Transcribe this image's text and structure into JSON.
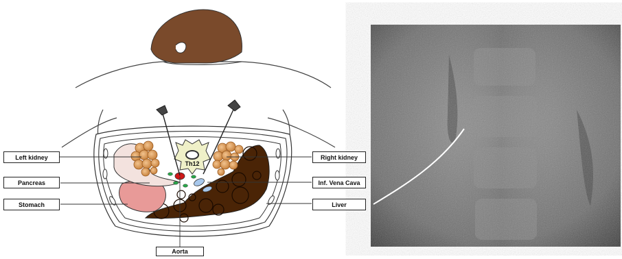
{
  "diagram": {
    "labels": {
      "left_kidney": "Left kidney",
      "pancreas": "Pancreas",
      "stomach": "Stomach",
      "aorta": "Aorta",
      "right_kidney": "Right kidney",
      "inf_vena_cava": "Inf. Vena Cava",
      "liver": "Liver",
      "vertebra": "Th12"
    },
    "colors": {
      "hair": "#7a4a2b",
      "liver": "#4a2406",
      "kidney": "#e0a060",
      "stomach": "#e89a98",
      "pancreas": "#f3e2de",
      "vertebra": "#eff0c8",
      "aorta": "#d01818",
      "vena_cava": "#a8c8ec",
      "small_vessels": "#2aa84a",
      "probe": "#444444"
    }
  },
  "xray": {
    "image": "fluoroscopy-image",
    "overlay_line_color": "#ffffff"
  }
}
